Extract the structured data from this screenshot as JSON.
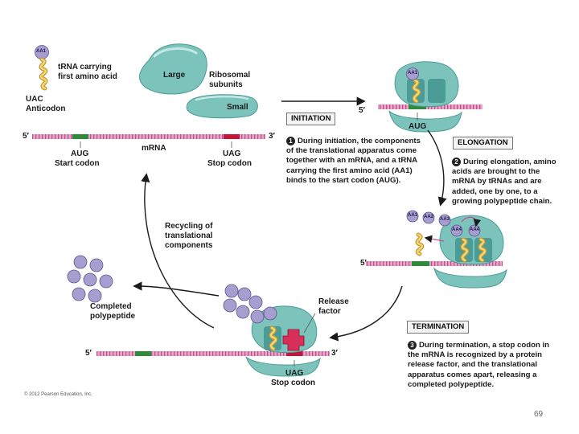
{
  "colors": {
    "ribosome": "#7cc3bc",
    "ribosome_dark": "#4b9c96",
    "mrna": "#c24d8c",
    "start_codon": "#2e8b3a",
    "stop_codon": "#c8123a",
    "trna": "#e0c060",
    "amino_acid": "#a79ed0",
    "release_factor": "#d6305a"
  },
  "labels": {
    "trna_carrying": [
      "tRNA carrying",
      "first amino acid"
    ],
    "aa1": "AA1",
    "uac": "UAC",
    "anticodon": "Anticodon",
    "large": "Large",
    "ribosomal_subunits": [
      "Ribosomal",
      "subunits"
    ],
    "small": "Small",
    "five_prime": "5′",
    "three_prime": "3′",
    "aug": "AUG",
    "start_codon": "Start codon",
    "mrna": "mRNA",
    "uag": "UAG",
    "stop_codon": "Stop codon",
    "recycling": [
      "Recycling of",
      "translational",
      "components"
    ],
    "completed_polypeptide": [
      "Completed",
      "polypeptide"
    ],
    "release_factor": [
      "Release",
      "factor"
    ],
    "aa2": "AA2",
    "aa3": "AA3",
    "aa4": "AA4"
  },
  "stages": {
    "initiation": {
      "title": "INITIATION",
      "step": "1",
      "text": "During initiation, the components of the translational apparatus come together with an mRNA, and a tRNA carrying the first amino acid (AA1) binds to the start codon (AUG)."
    },
    "elongation": {
      "title": "ELONGATION",
      "step": "2",
      "text": "During elongation, amino acids are brought to the mRNA by tRNAs and are added, one by one, to a growing polypeptide chain."
    },
    "termination": {
      "title": "TERMINATION",
      "step": "3",
      "text": "During termination, a stop codon in the mRNA is recognized by a protein release factor, and the translational apparatus comes apart, releasing a completed polypeptide."
    }
  },
  "copyright": "© 2012 Pearson Education, Inc.",
  "page_number": "69"
}
